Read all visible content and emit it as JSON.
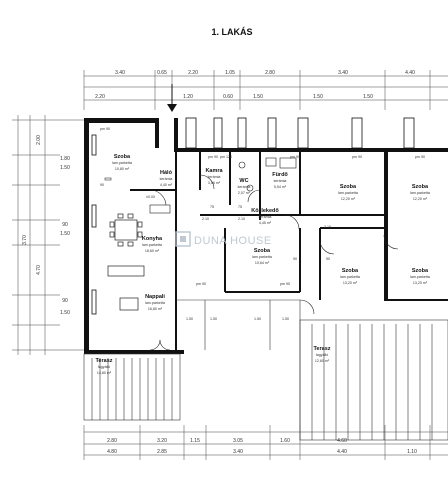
{
  "title": "1. LAKÁS",
  "watermark": "DUNA HOUSE",
  "rooms": {
    "szoba1": {
      "name": "Szoba",
      "finish": "lam.parketta",
      "area": "10,80 m²"
    },
    "halo": {
      "name": "Háló",
      "finish": "kerámia",
      "area": "4,40 m²"
    },
    "kamra": {
      "name": "Kamra",
      "finish": "kerámia",
      "area": "3,06 m²"
    },
    "wc": {
      "name": "WC",
      "finish": "kerámia",
      "area": "2,07 m²"
    },
    "furdo": {
      "name": "Fürdő",
      "finish": "kerámia",
      "area": "5,54 m²"
    },
    "kozlekedo": {
      "name": "Közlekedő",
      "finish": "kerámia",
      "area": "4,45 m²"
    },
    "szoba2": {
      "name": "Szoba",
      "finish": "lam.parketta",
      "area": "12,20 m²"
    },
    "szoba3": {
      "name": "Szoba",
      "finish": "lam.parketta",
      "area": "12,20 m²"
    },
    "konyha": {
      "name": "Konyha",
      "finish": "lam.parketta",
      "area": "18,60 m²"
    },
    "szoba4": {
      "name": "Szoba",
      "finish": "lam.parketta",
      "area": "10,64 m²"
    },
    "szoba5": {
      "name": "Szoba",
      "finish": "lam.parketta",
      "area": "13,20 m²"
    },
    "szoba6": {
      "name": "Szoba",
      "finish": "lam.parketta",
      "area": "13,20 m²"
    },
    "nappali": {
      "name": "Nappali",
      "finish": "lam.parketta",
      "area": "16,80 m²"
    },
    "terasz1": {
      "name": "Terasz",
      "finish": "fagyálló",
      "area": "14,80 m²"
    },
    "terasz2": {
      "name": "Terasz",
      "finish": "fagyálló",
      "area": "12,60 m²"
    }
  },
  "top_dims": [
    "3.40",
    "0.65",
    "2.20",
    "1.05",
    "2.80",
    "3.40",
    "4.40"
  ],
  "top_dims2": [
    "2.20",
    "1.20",
    "0.60",
    "1.50",
    "1.50",
    "1.50"
  ],
  "bottom_dims": [
    "2.80",
    "3.20",
    "1.15",
    "3.05",
    "1.60",
    "4.60"
  ],
  "bottom_dims2": [
    "4.80",
    "2.85",
    "3.40",
    "4.40",
    "1.10"
  ],
  "left_dims": [
    "2.00",
    "1.80",
    "1.50",
    "3.70",
    "90",
    "1.50",
    "4.70",
    "90",
    "1.50"
  ],
  "openings": [
    "pm 90",
    "pm 90",
    "pm 90",
    "pm 90",
    "pm 120",
    "pm 90",
    "pm 90",
    "pm 90"
  ],
  "door_widths": [
    "90",
    "75",
    "75",
    "90",
    "90",
    "1.50",
    "1.50",
    "1.50",
    "1.50"
  ],
  "marks": [
    "2.10",
    "2.10",
    "2.10",
    "±0.00"
  ]
}
